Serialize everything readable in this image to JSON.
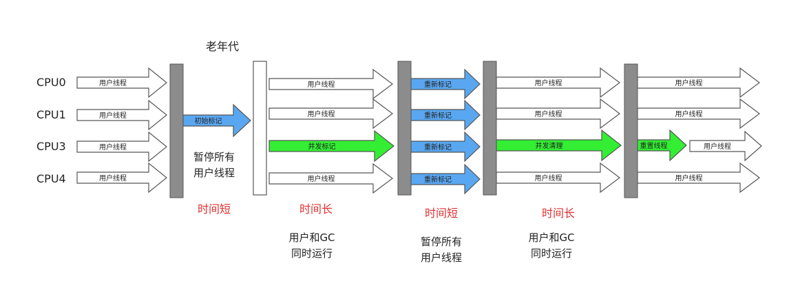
{
  "header": {
    "title": "老年代"
  },
  "cpus": [
    "CPU0",
    "CPU1",
    "CPU3",
    "CPU4"
  ],
  "user_thread": "用户线程",
  "phase1": {
    "arrow": "初始标记",
    "note_line1": "暂停所有",
    "note_line2": "用户线程",
    "duration": "时间短"
  },
  "phase2": {
    "arrow": "并发标记",
    "duration": "时间长",
    "note_line1": "用户和GC",
    "note_line2": "同时运行"
  },
  "phase3": {
    "arrow": "重新标记",
    "duration": "时间短",
    "note_line1": "暂停所有",
    "note_line2": "用户线程"
  },
  "phase4": {
    "arrow": "并发清理",
    "duration": "时间长",
    "note_line1": "用户和GC",
    "note_line2": "同时运行"
  },
  "phase5": {
    "arrow": "重置线程"
  },
  "colors": {
    "barrier": "#8c8c8c",
    "gc_blue": "#59a7f0",
    "gc_green": "#33ee33",
    "duration_red": "#e03030",
    "outline": "#555555"
  }
}
